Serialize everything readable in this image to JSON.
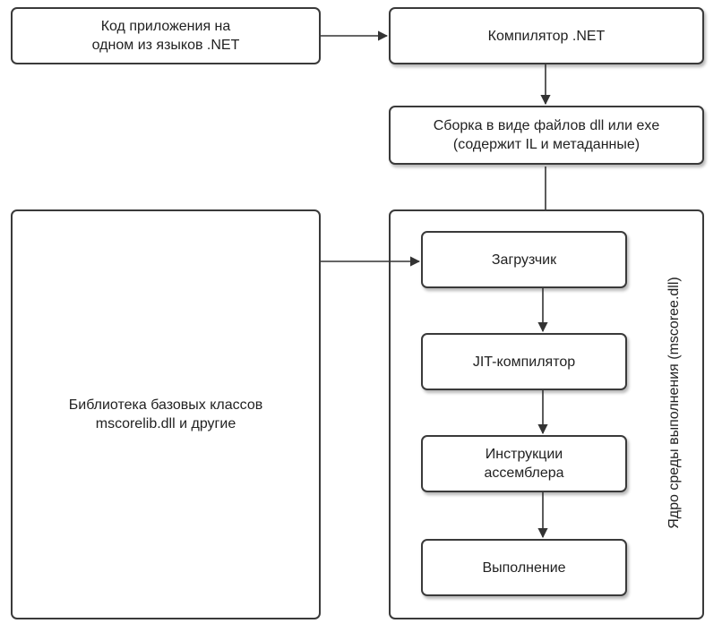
{
  "nodes": {
    "app_code": "Код приложения на\nодном из языков .NET",
    "compiler": "Компилятор .NET",
    "assembly": "Сборка в виде файлов dll или exe\n(содержит IL и метаданные)",
    "library": "Библиотека базовых классов\nmscorelib.dll и другие",
    "loader": "Загрузчик",
    "jit": "JIT-компилятор",
    "asm": "Инструкции\nассемблера",
    "exec": "Выполнение"
  },
  "runtime_label": "Ядро среды выполнения (mscoree.dll)"
}
